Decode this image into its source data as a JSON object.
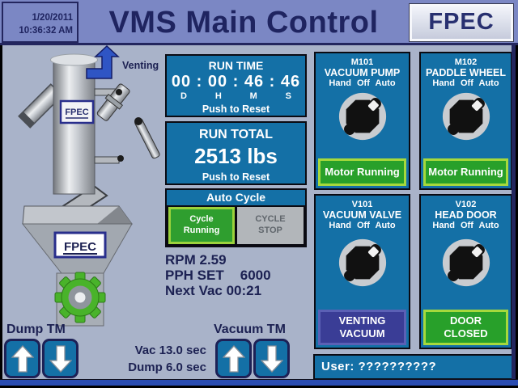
{
  "header": {
    "date": "1/20/2011",
    "time": "10:36:32 AM",
    "title": "VMS Main Control",
    "logo": "FPEC"
  },
  "diagram": {
    "venting_label": "Venting",
    "silo_plate": "FPEC",
    "hopper_plate": "FPEC"
  },
  "run_time": {
    "title": "RUN TIME",
    "value": "00 : 00 : 46 : 46",
    "units": [
      "D",
      "H",
      "M",
      "S"
    ],
    "hint": "Push to Reset"
  },
  "run_total": {
    "title": "RUN TOTAL",
    "value": "2513 lbs",
    "hint": "Push to Reset"
  },
  "auto_cycle": {
    "title": "Auto Cycle",
    "running_label": "Cycle\nRunning",
    "stop_label": "CYCLE\nSTOP"
  },
  "stats": {
    "rpm": "RPM 2.59",
    "pph_label": "PPH SET",
    "pph_value": "6000",
    "next_vac": "Next Vac 00:21"
  },
  "panels": [
    {
      "id": "M101",
      "name": "VACUUM PUMP",
      "modes": "Hand Off Auto",
      "status": "Motor Running"
    },
    {
      "id": "M102",
      "name": "PADDLE WHEEL",
      "modes": "Hand Off Auto",
      "status": "Motor Running"
    },
    {
      "id": "V101",
      "name": "VACUUM VALVE",
      "modes": "Hand Off Auto",
      "status": "VENTING\nVACUUM"
    },
    {
      "id": "V102",
      "name": "HEAD DOOR",
      "modes": "Hand Off Auto",
      "status": "DOOR\nCLOSED"
    }
  ],
  "timers": {
    "dump_label": "Dump TM",
    "vacuum_label": "Vacuum TM",
    "vac_time": "Vac 13.0 sec",
    "dump_time": "Dump 6.0 sec"
  },
  "user_bar": {
    "text": "User: ??????????"
  },
  "colors": {
    "topbar": "#7b87c4",
    "background": "#a9b3c9",
    "panel_blue": "#1470a6",
    "status_green": "#28a02a",
    "status_purple": "#3a3d96",
    "title_navy": "#1f2460",
    "gear_green": "#49b32a"
  }
}
